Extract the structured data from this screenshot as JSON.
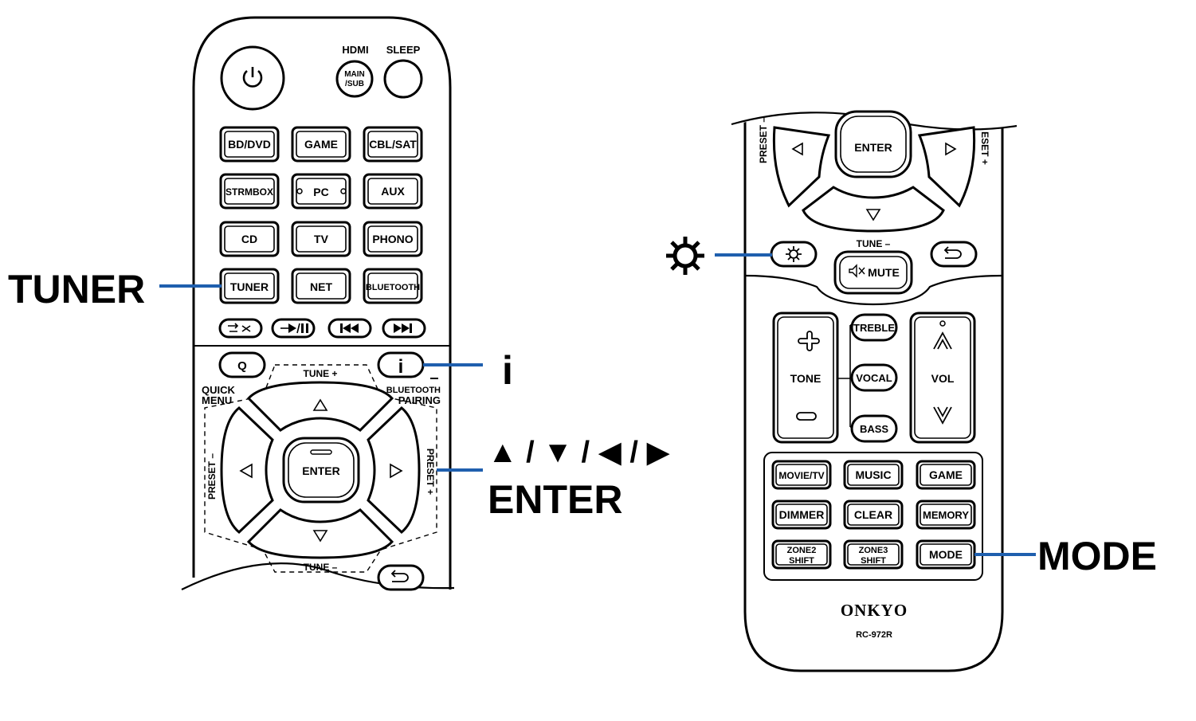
{
  "callouts": {
    "tuner": "TUNER",
    "info": "i",
    "arrows": "▲ / ▼ / ◀ / ▶",
    "enter": "ENTER",
    "mode": "MODE",
    "setup_icon": "gear-icon"
  },
  "left_remote": {
    "top_labels": {
      "hdmi": "HDMI",
      "sleep": "SLEEP",
      "main_sub_line1": "MAIN",
      "main_sub_line2": "/SUB"
    },
    "input_buttons": [
      "BD/DVD",
      "GAME",
      "CBL/SAT",
      "STRMBOX",
      "PC",
      "AUX",
      "CD",
      "TV",
      "PHONO",
      "TUNER",
      "NET",
      "BLUETOOTH"
    ],
    "transport_icons": [
      "repeat-shuffle-icon",
      "play-pause-icon",
      "previous-icon",
      "next-icon"
    ],
    "quick_menu_key": "Q",
    "quick_menu_line1": "QUICK",
    "quick_menu_line2": "MENU",
    "info_key": "i",
    "bt_line1": "BLUETOOTH",
    "bt_line2": "PAIRING",
    "tune_plus": "TUNE +",
    "tune_minus": "TUNE –",
    "preset_minus": "PRESET –",
    "preset_plus": "PRESET +",
    "enter": "ENTER"
  },
  "right_remote": {
    "preset_minus": "PRESET –",
    "preset_plus": "ESET +",
    "enter": "ENTER",
    "tune_minus": "TUNE –",
    "mute": "MUTE",
    "tone": "TONE",
    "vol": "VOL",
    "treble": "TREBLE",
    "vocal": "VOCAL",
    "bass": "BASS",
    "mode_buttons": [
      "MOVIE/TV",
      "MUSIC",
      "GAME",
      "DIMMER",
      "CLEAR",
      "MEMORY"
    ],
    "zone2_line1": "ZONE2",
    "zone2_line2": "SHIFT",
    "zone3_line1": "ZONE3",
    "zone3_line2": "SHIFT",
    "mode_button": "MODE",
    "brand": "ONKYO",
    "model": "RC-972R"
  },
  "colors": {
    "callout_line": "#1f5fae",
    "outline": "#000000",
    "background": "#ffffff"
  }
}
